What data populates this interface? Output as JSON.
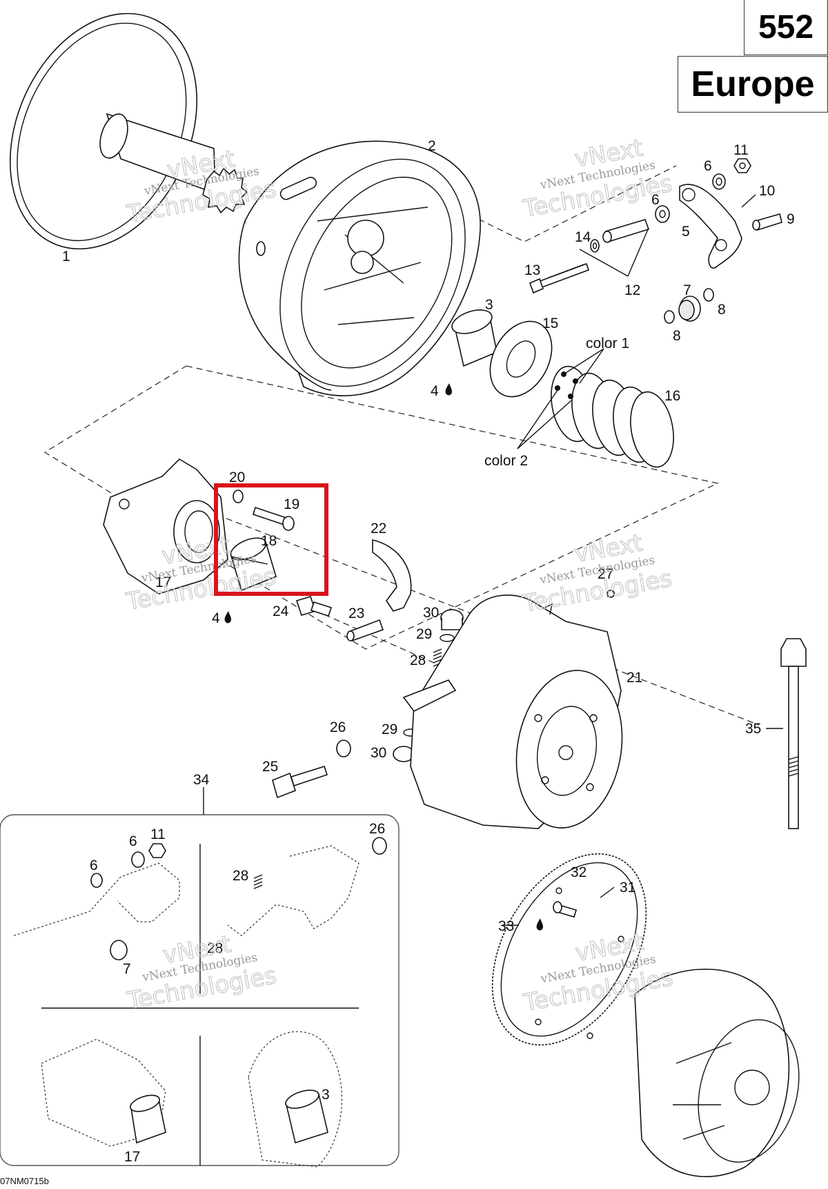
{
  "header": {
    "page_number": "552",
    "region": "Europe"
  },
  "watermark": {
    "line1": "vNext Technologies",
    "line2": "vNext",
    "line3": "Technologies"
  },
  "labels": {
    "p1": "1",
    "p2": "2",
    "p3": "3",
    "p3_inset": "3",
    "p4a": "4",
    "p4b": "4",
    "p5": "5",
    "p6a": "6",
    "p6b": "6",
    "p6c": "6",
    "p6d": "6",
    "p7": "7",
    "p7_inset": "7",
    "p8a": "8",
    "p8b": "8",
    "p9": "9",
    "p10": "10",
    "p11": "11",
    "p11_inset": "11",
    "p12": "12",
    "p13": "13",
    "p14": "14",
    "p15": "15",
    "p16": "16",
    "p17": "17",
    "p17_inset": "17",
    "p18": "18",
    "p19": "19",
    "p20": "20",
    "p21": "21",
    "p22": "22",
    "p23": "23",
    "p24": "24",
    "p25": "25",
    "p26": "26",
    "p26_inset": "26",
    "p27": "27",
    "p28": "28",
    "p28_inset_a": "28",
    "p28_inset_b": "28",
    "p29a": "29",
    "p29b": "29",
    "p30a": "30",
    "p30b": "30",
    "p31": "31",
    "p32": "32",
    "p33": "33",
    "p34": "34",
    "p35": "35",
    "color1": "color 1",
    "color2": "color 2"
  },
  "footer": {
    "drawing_code": "07NM0715b"
  },
  "highlight": {
    "color": "#d9141c"
  }
}
